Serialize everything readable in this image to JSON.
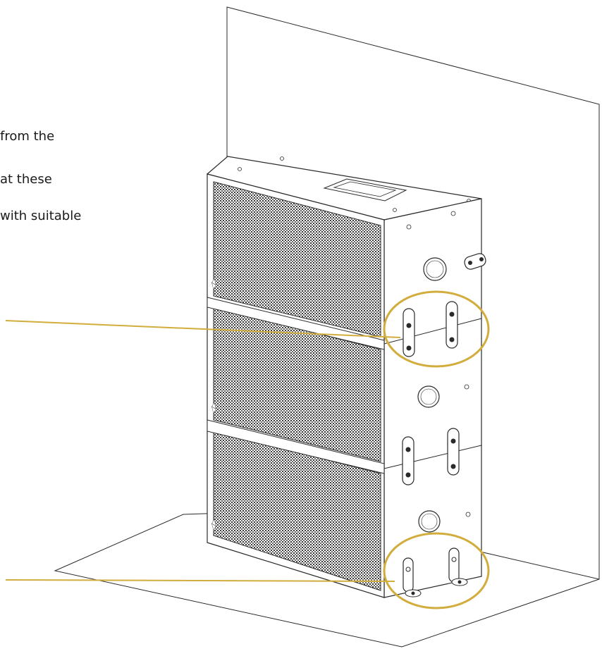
{
  "instructions": {
    "line1": "from the",
    "line2": "at these",
    "line3": "with suitable"
  },
  "colors": {
    "callout": "#d2ad3d",
    "line": "#2a2a2a",
    "grille": "#4a4a4a",
    "background": "#ffffff"
  },
  "callouts": [
    {
      "name": "middle-bracket-callout"
    },
    {
      "name": "floor-bracket-callout"
    }
  ]
}
